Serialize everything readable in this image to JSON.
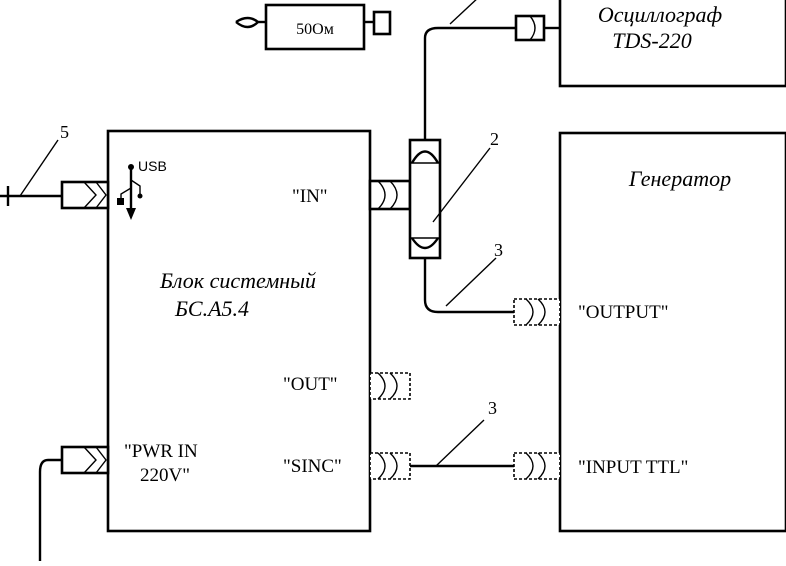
{
  "resistor": {
    "label": "50Ом"
  },
  "oscilloscope": {
    "line1": "Осциллограф",
    "line2": "TDS-220"
  },
  "system_block": {
    "line1": "Блок системный",
    "line2": "БС.А5.4",
    "usb": "USB",
    "in": "\"IN\"",
    "out": "\"OUT\"",
    "sinc": "\"SINC\"",
    "pwr1": "\"PWR IN",
    "pwr2": "220V\""
  },
  "generator": {
    "title": "Генератор",
    "output": "\"OUTPUT\"",
    "input_ttl": "\"INPUT TTL\""
  },
  "callouts": {
    "n5": "5",
    "n2": "2",
    "n3a": "3",
    "n3b": "3"
  }
}
